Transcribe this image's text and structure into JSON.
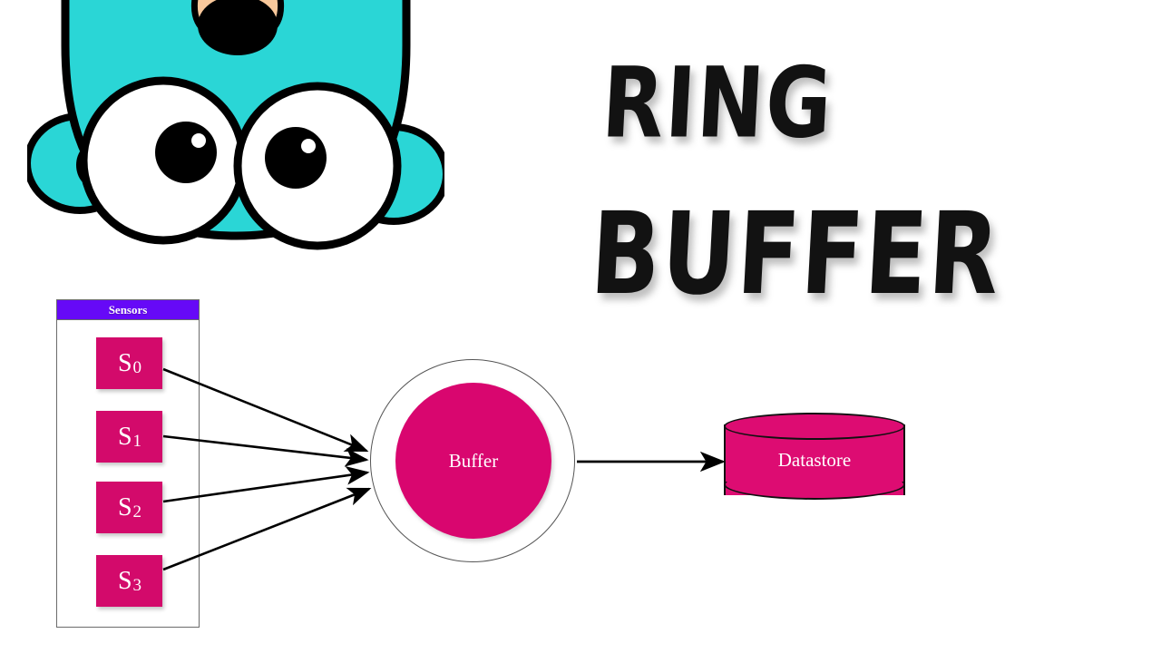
{
  "title": {
    "line1": "RING",
    "line2": "BUFFER"
  },
  "mascot": {
    "name": "go-gopher",
    "body_color": "#2ad6d6",
    "snout_color": "#f9c89b",
    "eye_color": "#ffffff",
    "pupil_color": "#000000",
    "outline_color": "#000000"
  },
  "diagram": {
    "sensors_panel": {
      "header": "Sensors",
      "header_color": "#6609f7",
      "border_color": "#6b6b6b",
      "sensors": [
        {
          "base": "S",
          "index": "0",
          "label": "S0"
        },
        {
          "base": "S",
          "index": "1",
          "label": "S1"
        },
        {
          "base": "S",
          "index": "2",
          "label": "S2"
        },
        {
          "base": "S",
          "index": "3",
          "label": "S3"
        }
      ],
      "box_color": "#d30a6b"
    },
    "buffer": {
      "label": "Buffer",
      "fill_color": "#d9066f",
      "ring_color": "#555555"
    },
    "datastore": {
      "label": "Datastore",
      "fill_color": "#dd0c72",
      "outline_color": "#111111"
    },
    "arrows": {
      "count_into_buffer": 4,
      "count_out_of_buffer": 1,
      "color": "#000000"
    }
  },
  "background_color": "#ffffff"
}
